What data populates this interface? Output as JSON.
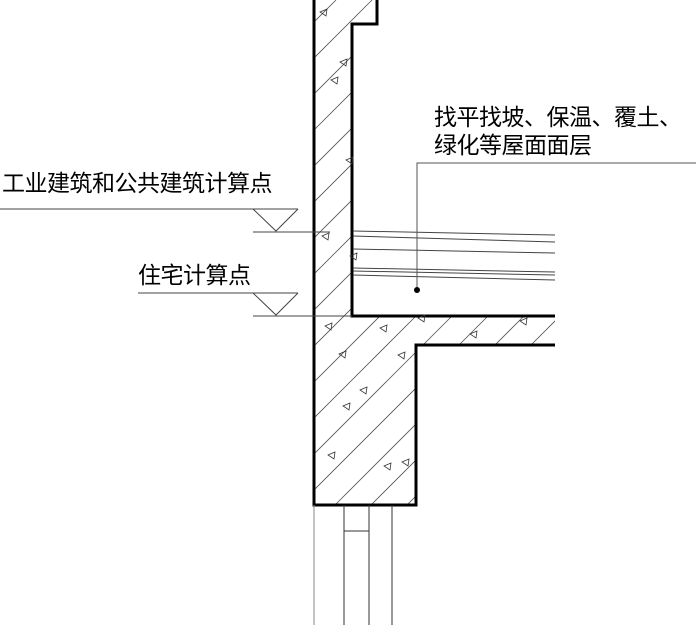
{
  "labels": {
    "public_building_point": "工业建筑和公共建筑计算点",
    "residential_point": "住宅计算点",
    "roof_layers_line1": "找平找坡、保温、覆土、",
    "roof_layers_line2": "绿化等屋面面层"
  },
  "colors": {
    "line": "#000000",
    "thin": "#555555"
  }
}
